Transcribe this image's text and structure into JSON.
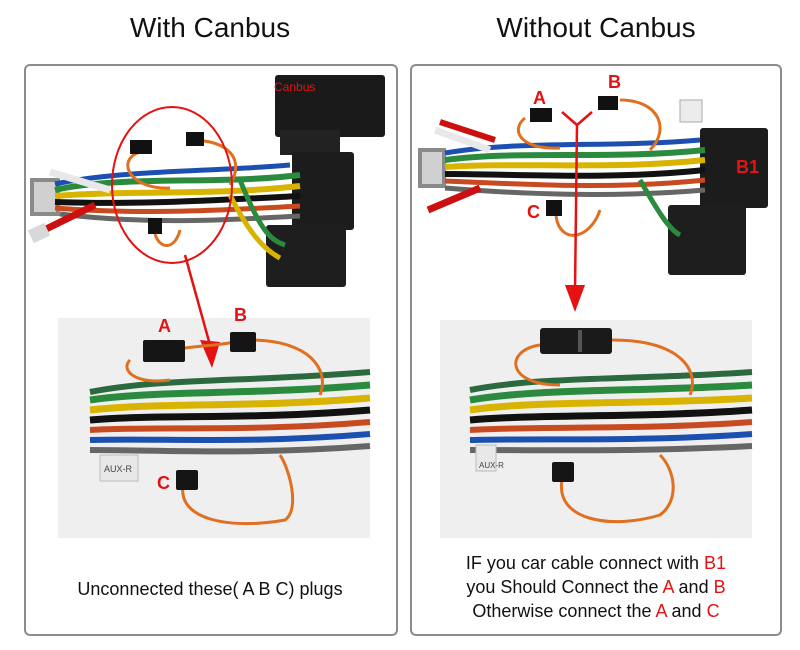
{
  "headings": {
    "left": "With Canbus",
    "right": "Without Canbus"
  },
  "left_panel": {
    "canbus_tag": "Canbus",
    "labels": {
      "a": "A",
      "b": "B",
      "c": "C"
    },
    "aux_tag": "AUX-R",
    "caption": "Unconnected these( A B C) plugs"
  },
  "right_panel": {
    "labels": {
      "a": "A",
      "b": "B",
      "c": "C",
      "b1": "B1"
    },
    "aux_tag": "AUX-R",
    "caption": {
      "line1_prefix": "IF you car cable connect with ",
      "line1_highlight": "B1",
      "line2_prefix": "you Should Connect the ",
      "line2_a": "A",
      "line2_mid": " and ",
      "line2_b": "B",
      "line3_prefix": "Otherwise connect the ",
      "line3_a": "A",
      "line3_mid": " and ",
      "line3_c": "C"
    }
  },
  "colors": {
    "accent_red": "#e41212",
    "border": "#8c8c8c",
    "inset_bg": "#efefef"
  }
}
